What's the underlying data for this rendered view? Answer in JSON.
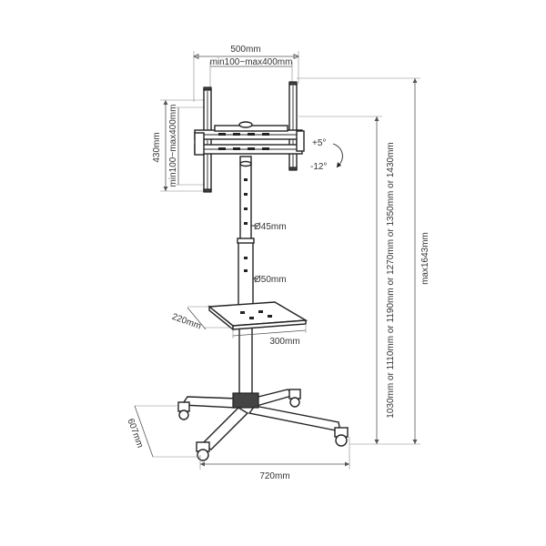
{
  "labels": {
    "bracket_width": "500mm",
    "vesa_horizontal": "min100~max400mm",
    "vesa_vertical": "min100~max400mm",
    "bracket_height": "430mm",
    "tilt_up": "+5°",
    "tilt_down": "-12°",
    "upper_pole": "Ø45mm",
    "lower_pole": "Ø50mm",
    "shelf_depth": "220mm",
    "shelf_width": "300mm",
    "base_depth": "607mm",
    "base_width": "720mm",
    "center_heights": "1030mm or 1110mm or 1190mm or 1270mm or 1350mm or 1430mm",
    "max_height": "max1643mm"
  }
}
